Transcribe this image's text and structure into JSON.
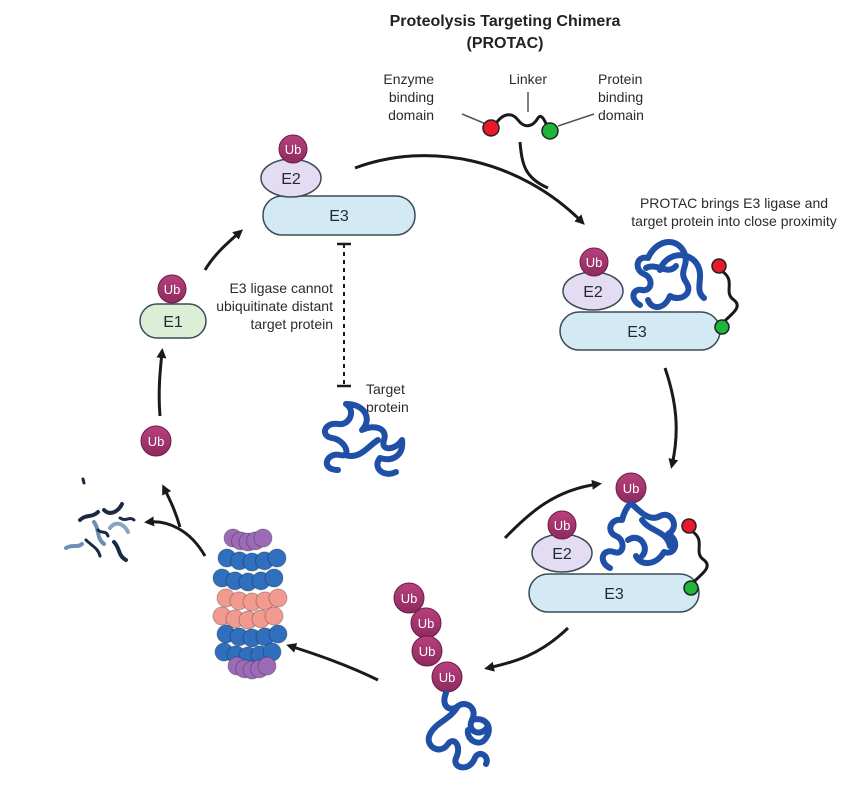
{
  "title": {
    "line1": "Proteolysis Targeting Chimera",
    "line2": "(PROTAC)"
  },
  "protac_labels": {
    "enzyme_line1": "Enzyme",
    "enzyme_line2": "binding",
    "enzyme_line3": "domain",
    "linker": "Linker",
    "protein_line1": "Protein",
    "protein_line2": "binding",
    "protein_line3": "domain"
  },
  "proximity_note": {
    "line1": "PROTAC brings E3 ligase and",
    "line2": "target protein into close proximity"
  },
  "distance_note": {
    "line1": "E3 ligase cannot",
    "line2": "ubiquitinate distant",
    "line3": "target protein"
  },
  "target_label": {
    "line1": "Target",
    "line2": "protein"
  },
  "ub": "Ub",
  "e1": "E1",
  "e2": "E2",
  "e3": "E3",
  "colors": {
    "ub_fill": "#a8326f",
    "e3_fill": "#d3e9f3",
    "e2_fill": "#e3dcf3",
    "e1_fill": "#dcefd6",
    "protein": "#1f4fa6",
    "enzyme_ball": "#e8192c",
    "protein_ball": "#1fb53a",
    "proteasome_purple": "#9b6bb6",
    "proteasome_blue": "#2f6fbd",
    "proteasome_pink": "#f29a8f"
  }
}
